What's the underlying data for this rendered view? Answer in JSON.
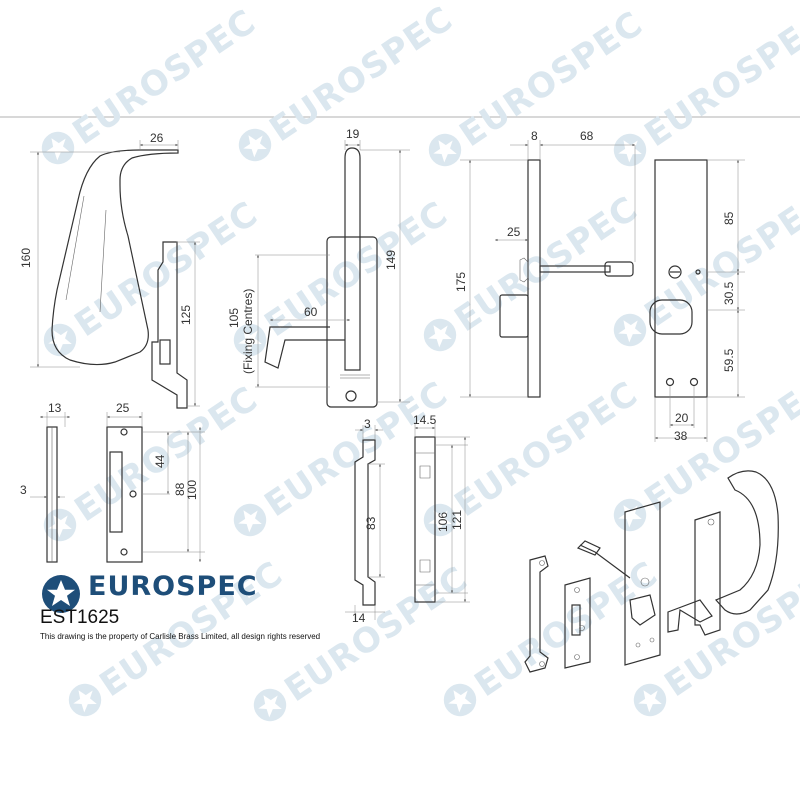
{
  "brand": {
    "name": "EUROSPEC",
    "color": "#1e4e79",
    "icon": "star-globe-icon"
  },
  "product_code": "EST1625",
  "rights_notice": "This drawing is the property of Carlisle Brass Limited, all design rights reserved",
  "watermark_text": "EUROSPEC",
  "watermark_color": "#dbe7ef",
  "dimensions": {
    "handle_side": {
      "width": "26",
      "height": "160",
      "plate": "125"
    },
    "handle_front": {
      "width": "19",
      "centres_value": "105",
      "centres_label": "(Fixing Centres)",
      "projection": "60",
      "height": "149"
    },
    "lock_side": {
      "thickness": "8",
      "spindle": "68",
      "offset": "25",
      "height": "175"
    },
    "lock_front": {
      "top": "85",
      "mid": "30.5",
      "bottom": "59.5",
      "hole_spacing": "20",
      "width": "38"
    },
    "keep_side": {
      "width": "13",
      "thickness": "3"
    },
    "keep_front": {
      "width": "25",
      "slot": "44",
      "centres": "88",
      "height": "100"
    },
    "strike_side": {
      "thickness": "3",
      "height": "83",
      "bottom": "14"
    },
    "strike_front": {
      "width": "14.5",
      "inner": "106",
      "height": "121"
    }
  }
}
